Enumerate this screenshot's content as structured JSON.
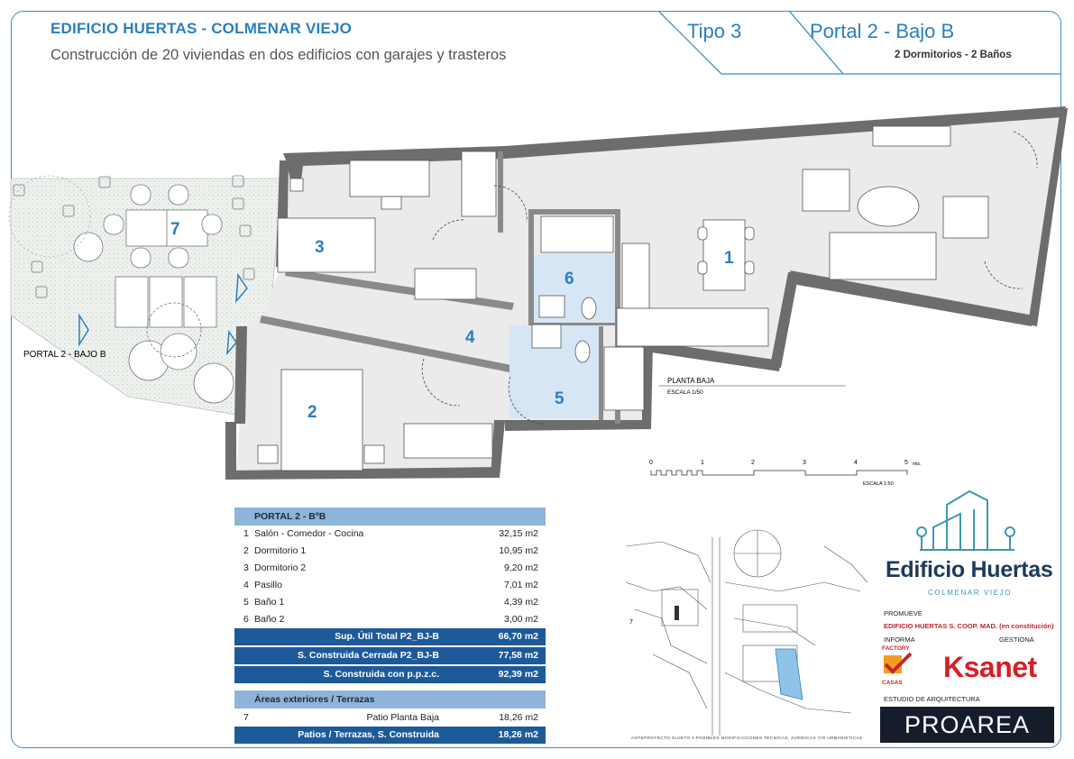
{
  "header": {
    "title": "EDIFICIO HUERTAS - COLMENAR VIEJO",
    "subtitle": "Construcción de 20 viviendas en dos edificios con garajes y trasteros",
    "tipo": "Tipo 3",
    "portal": "Portal 2 - Bajo B",
    "dormitorios": "2 Dormitorios - 2 Baños"
  },
  "plan": {
    "room_labels": [
      "1",
      "2",
      "3",
      "4",
      "5",
      "6",
      "7"
    ],
    "entrance_label": "PORTAL 2 - BAJO B",
    "plan_title": "PLANTA BAJA",
    "plan_scale": "ESCALA 1/50",
    "scale_ticks": [
      "0",
      "1",
      "2",
      "3",
      "4",
      "5"
    ],
    "scale_unit": "mts.",
    "scale_caption": "ESCALA 1:50"
  },
  "table": {
    "header": "PORTAL 2 - BºB",
    "rooms": [
      {
        "n": "1",
        "label": "Salón - Comedor - Cocina",
        "value": "32,15 m2"
      },
      {
        "n": "2",
        "label": "Dormitorio 1",
        "value": "10,95 m2"
      },
      {
        "n": "3",
        "label": "Dormitorio 2",
        "value": "9,20 m2"
      },
      {
        "n": "4",
        "label": "Pasillo",
        "value": "7,01 m2"
      },
      {
        "n": "5",
        "label": "Baño 1",
        "value": "4,39 m2"
      },
      {
        "n": "6",
        "label": "Baño 2",
        "value": "3,00 m2"
      }
    ],
    "totals": [
      {
        "label": "Sup. Útil Total P2_BJ-B",
        "value": "66,70 m2"
      },
      {
        "label": "S. Construida  Cerrada P2_BJ-B",
        "value": "77,58 m2"
      },
      {
        "label": "S. Construida con p.p.z.c.",
        "value": "92,39 m2"
      }
    ],
    "exterior_header": "Áreas exteriores / Terrazas",
    "exterior_rows": [
      {
        "n": "7",
        "label": "Patio Planta Baja",
        "value": "18,26 m2"
      }
    ],
    "exterior_total": {
      "label": "Patios / Terrazas, S. Construida",
      "value": "18,26 m2"
    }
  },
  "branding": {
    "name": "Edificio Huertas",
    "location": "COLMENAR VIEJO",
    "promueve_label": "PROMUEVE",
    "promotor": "EDIFICIO HUERTAS  S.  COOP.  MAD. (en constitución)",
    "informa_label": "INFORMA",
    "gestiona_label": "GESTIONA",
    "factory_top": "FACTORY",
    "factory_bottom": "CASAS",
    "gestora": "Ksanet",
    "estudio_label": "ESTUDIO  DE  ARQUITECTURA",
    "estudio": "PROAREA"
  },
  "disclaimer": "ANTEPROYECTO SUJETO A POSIBLES MODIFICACIONES TÉCNICAS, JURÍDICAS Y/O URBANÍSTICAS",
  "colors": {
    "accent": "#2a7fc1",
    "table_head": "#8fb4d9",
    "table_total": "#1d5a99",
    "bath_fill": "#d6e6f5",
    "floor_fill": "#ebebeb",
    "wall": "#6d6d6d",
    "brand_red": "#d42027"
  }
}
